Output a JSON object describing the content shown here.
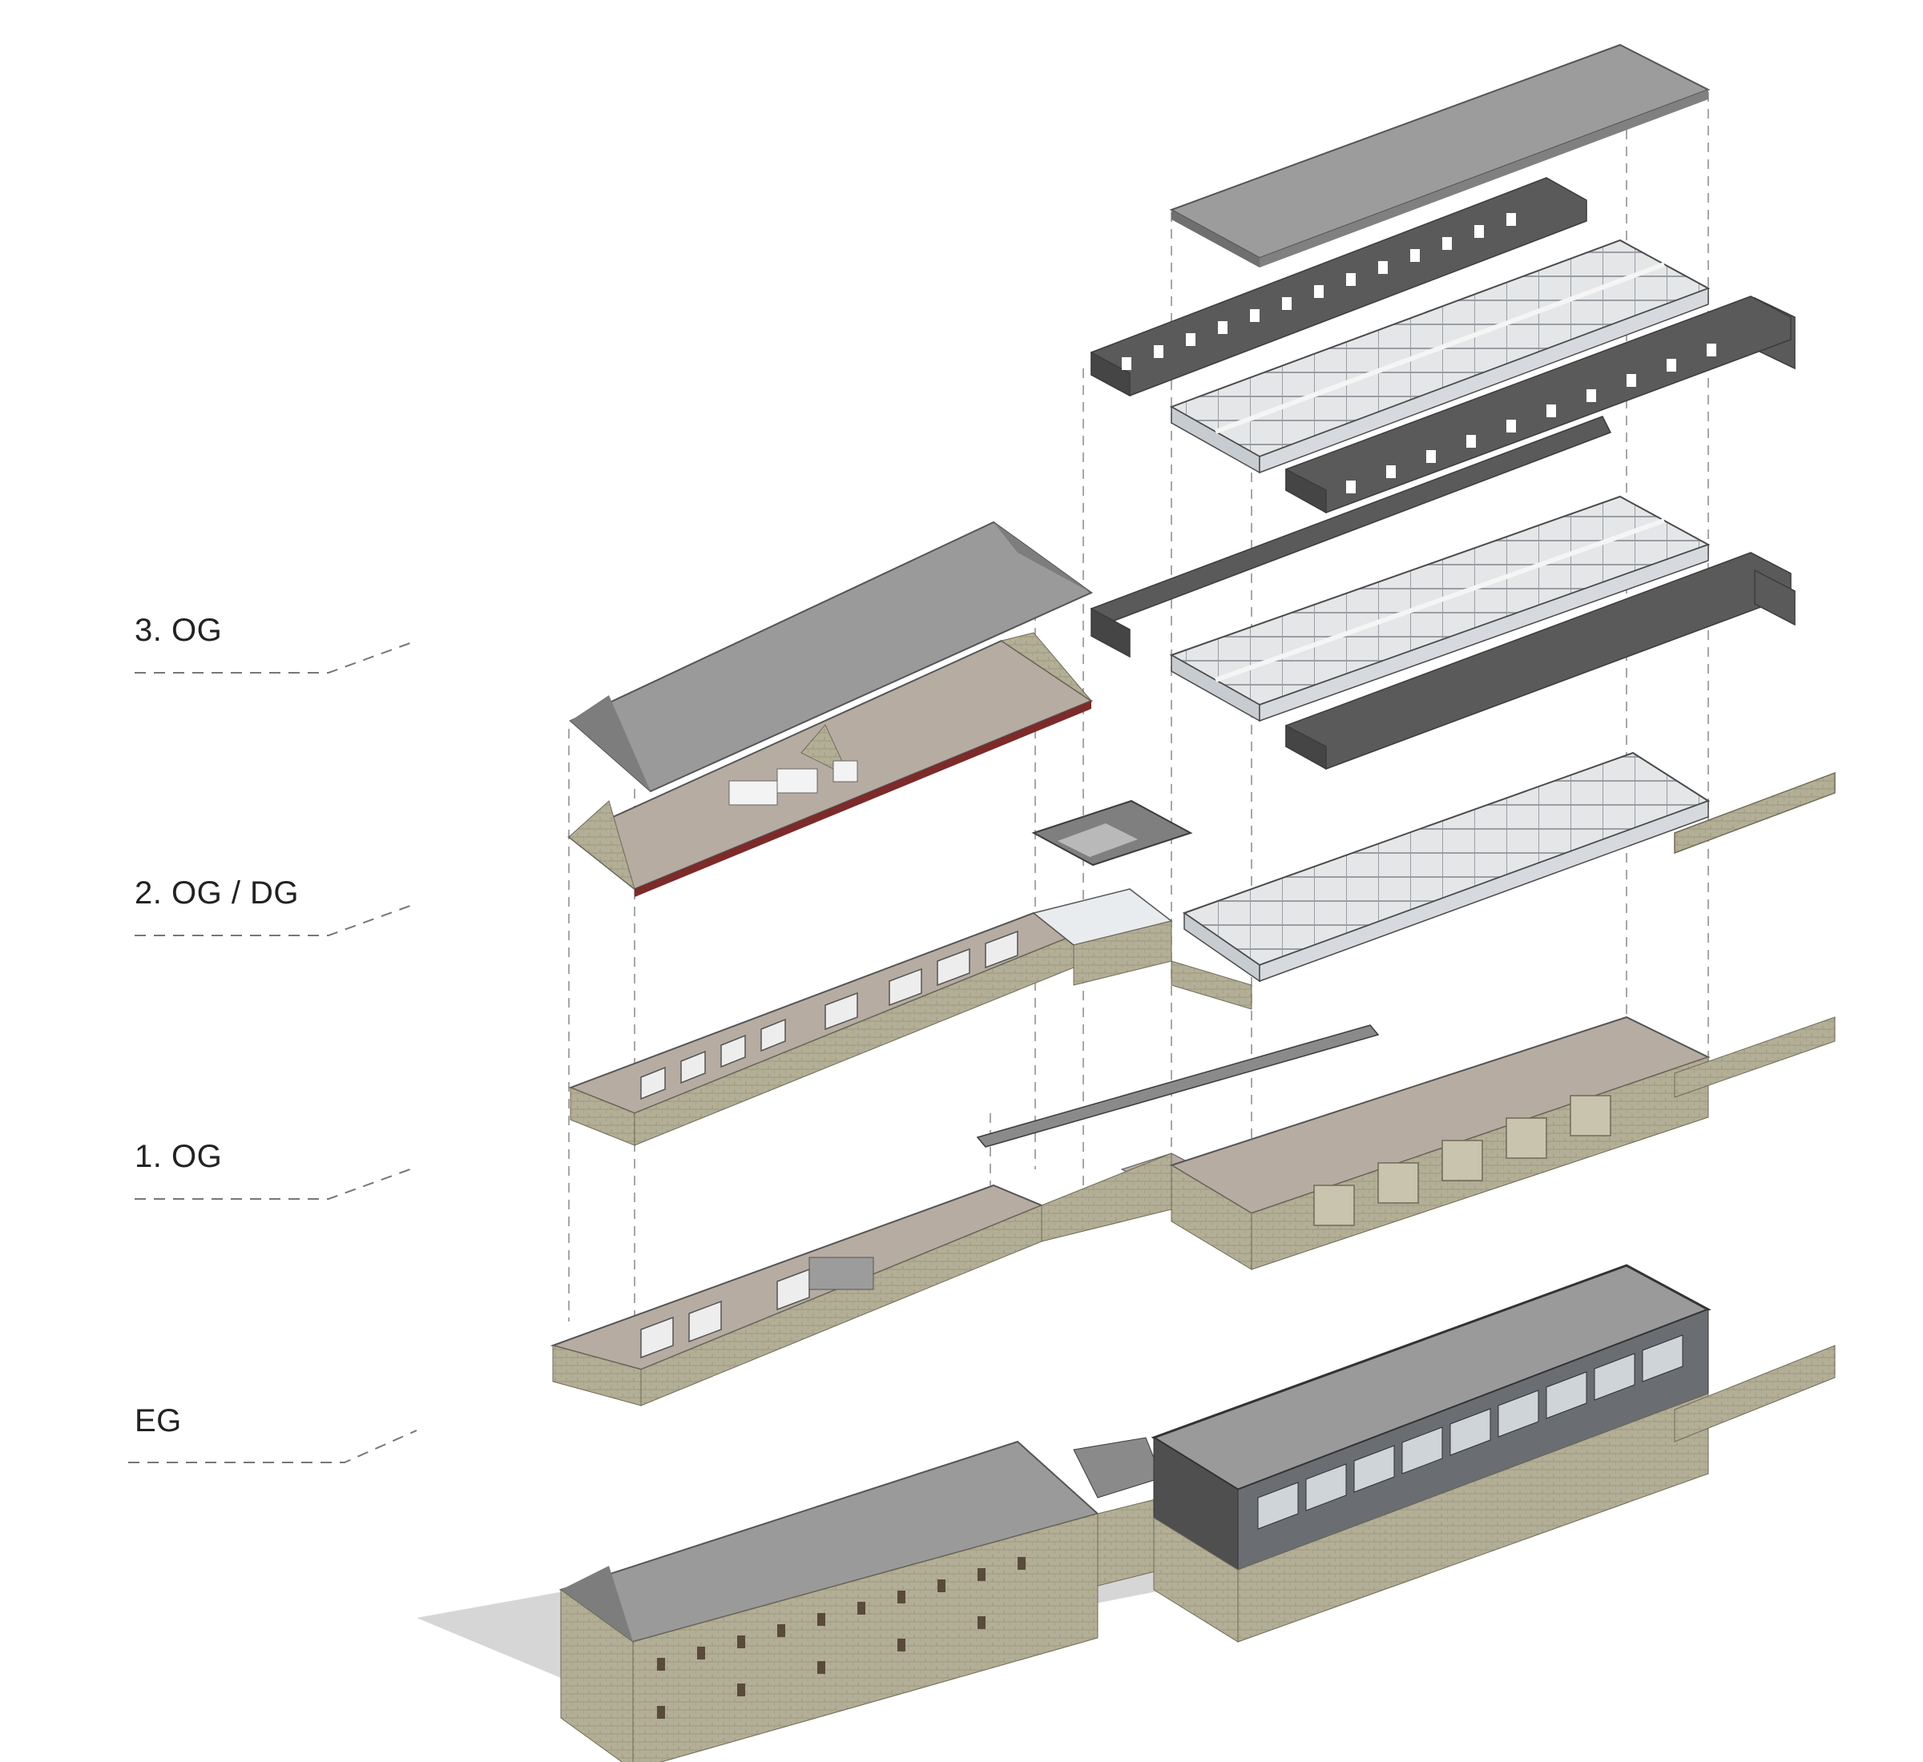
{
  "floors": [
    {
      "id": "3og",
      "label": "3. OG"
    },
    {
      "id": "2og",
      "label": "2. OG / DG"
    },
    {
      "id": "1og",
      "label": "1. OG"
    },
    {
      "id": "eg",
      "label": "EG"
    }
  ],
  "colors": {
    "roof": "#9c9c9c",
    "roof_dark": "#7d7d7d",
    "stone": "#b3ae96",
    "stone_dark": "#8f8b76",
    "floor": "#b6aca2",
    "wall": "#5a5a5a",
    "wall_top": "#7a7a7a",
    "glass": "#d8dde2",
    "leader": "#777777"
  }
}
